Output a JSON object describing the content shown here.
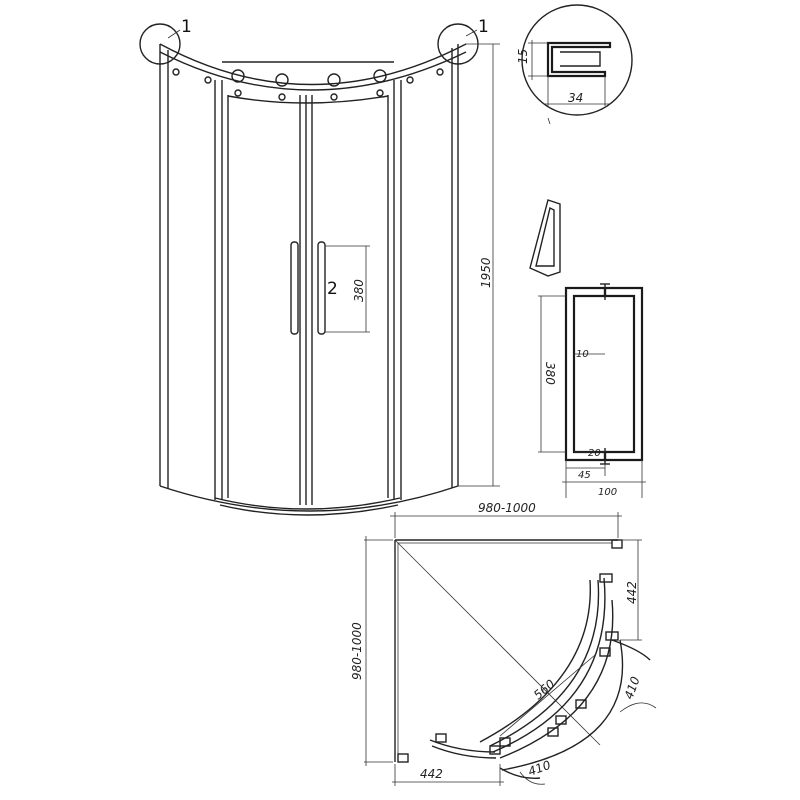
{
  "callouts": {
    "corner_left": "1",
    "corner_right": "1",
    "handle": "2"
  },
  "dimensions": {
    "height": "1950",
    "handle_length": "380",
    "profile_height": "15",
    "profile_width": "34",
    "handle_length_side": "380",
    "handle_offset": "10",
    "handle_gap": "20",
    "handle_depth": "45",
    "handle_total": "100",
    "plan_width": "980-1000",
    "plan_depth": "980-1000",
    "plan_top_right": "442",
    "plan_bottom_left": "442",
    "plan_radius": "560",
    "plan_arc_right": "410",
    "plan_arc_bottom": "410"
  }
}
